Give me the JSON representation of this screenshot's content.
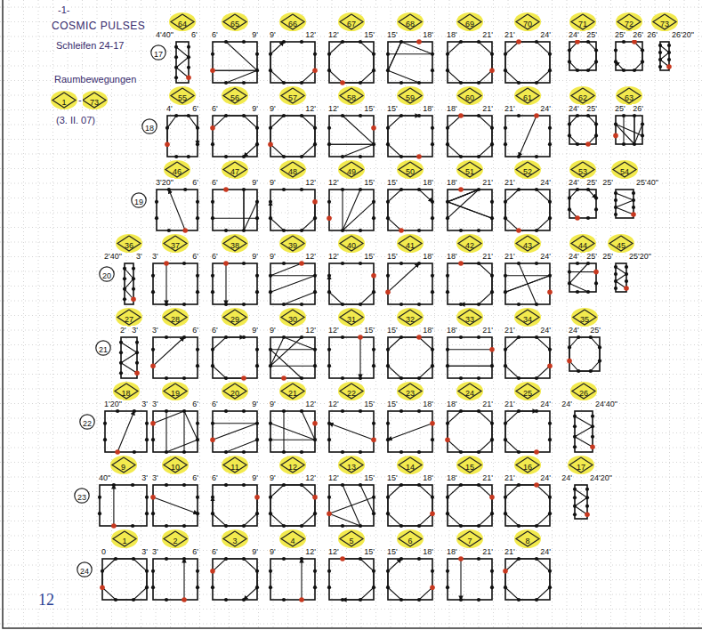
{
  "diagram": {
    "title": "COSMIC PULSES",
    "nodes": [
      {
        "text": [
          "1"
        ]
      },
      {
        "text": [
          "73"
        ]
      },
      {
        "text": [
          "17"
        ]
      },
      {
        "text": [
          "64"
        ]
      },
      {
        "text": [
          "65"
        ]
      },
      {
        "text": [
          "66"
        ]
      },
      {
        "text": [
          "67"
        ]
      },
      {
        "text": [
          "68"
        ]
      },
      {
        "text": [
          "69"
        ]
      },
      {
        "text": [
          "70"
        ]
      },
      {
        "text": [
          "71"
        ]
      },
      {
        "text": [
          "72"
        ]
      },
      {
        "text": [
          "73"
        ]
      },
      {
        "text": [
          "18"
        ]
      },
      {
        "text": [
          "55"
        ]
      },
      {
        "text": [
          "56"
        ]
      },
      {
        "text": [
          "57"
        ]
      },
      {
        "text": [
          "58"
        ]
      },
      {
        "text": [
          "59"
        ]
      },
      {
        "text": [
          "60"
        ]
      },
      {
        "text": [
          "61"
        ]
      },
      {
        "text": [
          "62"
        ]
      },
      {
        "text": [
          "63"
        ]
      },
      {
        "text": [
          "19"
        ]
      },
      {
        "text": [
          "46"
        ]
      },
      {
        "text": [
          "47"
        ]
      },
      {
        "text": [
          "48"
        ]
      },
      {
        "text": [
          "49"
        ]
      },
      {
        "text": [
          "50"
        ]
      },
      {
        "text": [
          "51"
        ]
      },
      {
        "text": [
          "52"
        ]
      },
      {
        "text": [
          "53"
        ]
      },
      {
        "text": [
          "54"
        ]
      },
      {
        "text": [
          "20"
        ]
      },
      {
        "text": [
          "36"
        ]
      },
      {
        "text": [
          "37"
        ]
      },
      {
        "text": [
          "38"
        ]
      },
      {
        "text": [
          "39"
        ]
      },
      {
        "text": [
          "40"
        ]
      },
      {
        "text": [
          "41"
        ]
      },
      {
        "text": [
          "42"
        ]
      },
      {
        "text": [
          "43"
        ]
      },
      {
        "text": [
          "44"
        ]
      },
      {
        "text": [
          "45"
        ]
      },
      {
        "text": [
          "21"
        ]
      },
      {
        "text": [
          "27"
        ]
      },
      {
        "text": [
          "28"
        ]
      },
      {
        "text": [
          "29"
        ]
      },
      {
        "text": [
          "30"
        ]
      },
      {
        "text": [
          "31"
        ]
      },
      {
        "text": [
          "32"
        ]
      },
      {
        "text": [
          "33"
        ]
      },
      {
        "text": [
          "34"
        ]
      },
      {
        "text": [
          "35"
        ]
      },
      {
        "text": [
          "22"
        ]
      },
      {
        "text": [
          "18"
        ]
      },
      {
        "text": [
          "19"
        ]
      },
      {
        "text": [
          "20"
        ]
      },
      {
        "text": [
          "21"
        ]
      },
      {
        "text": [
          "22"
        ]
      },
      {
        "text": [
          "23"
        ]
      },
      {
        "text": [
          "24"
        ]
      },
      {
        "text": [
          "25"
        ]
      },
      {
        "text": [
          "26"
        ]
      },
      {
        "text": [
          "23"
        ]
      },
      {
        "text": [
          "9"
        ]
      },
      {
        "text": [
          "10"
        ]
      },
      {
        "text": [
          "11"
        ]
      },
      {
        "text": [
          "12"
        ]
      },
      {
        "text": [
          "13"
        ]
      },
      {
        "text": [
          "14"
        ]
      },
      {
        "text": [
          "15"
        ]
      },
      {
        "text": [
          "16"
        ]
      },
      {
        "text": [
          "17"
        ]
      },
      {
        "text": [
          "24"
        ]
      },
      {
        "text": [
          "1"
        ]
      },
      {
        "text": [
          "2"
        ]
      },
      {
        "text": [
          "3"
        ]
      },
      {
        "text": [
          "4"
        ]
      },
      {
        "text": [
          "5"
        ]
      },
      {
        "text": [
          "6"
        ]
      },
      {
        "text": [
          "7"
        ]
      },
      {
        "text": [
          "8"
        ]
      }
    ],
    "labels": [
      "-1-",
      "Schleifen 24-17",
      "Raumbewegungen",
      "-",
      "(3. II. 07)",
      "4'40\"",
      "6'",
      "6'",
      "9'",
      "9'",
      "12'",
      "12'",
      "15'",
      "15'",
      "18'",
      "18'",
      "21'",
      "21'",
      "24'",
      "24'",
      "25'",
      "25'",
      "26'",
      "26'",
      "26'20\"",
      "4'",
      "6'",
      "6'",
      "9'",
      "9'",
      "12'",
      "12'",
      "15'",
      "15'",
      "18'",
      "18'",
      "21'",
      "21'",
      "24'",
      "24'",
      "25'",
      "25'",
      "26'",
      "3'20\"",
      "6'",
      "6'",
      "9'",
      "9'",
      "12'",
      "12'",
      "15'",
      "15'",
      "18'",
      "18'",
      "21'",
      "21'",
      "24'",
      "24'",
      "25'",
      "25'",
      "25'40\"",
      "2'40\"",
      "3'",
      "3'",
      "6'",
      "6'",
      "9'",
      "9'",
      "12'",
      "12'",
      "15'",
      "15'",
      "18'",
      "18'",
      "21'",
      "21'",
      "24'",
      "24'",
      "25'",
      "25'",
      "25'20\"",
      "2'",
      "3'",
      "3'",
      "6'",
      "6'",
      "9'",
      "9'",
      "12'",
      "12'",
      "15'",
      "15'",
      "18'",
      "18'",
      "21'",
      "21'",
      "24'",
      "24'",
      "25'",
      "1'20\"",
      "3'",
      "3'",
      "6'",
      "6'",
      "9'",
      "9'",
      "12'",
      "12'",
      "15'",
      "15'",
      "18'",
      "18'",
      "21'",
      "21'",
      "24'",
      "24'",
      "24'40\"",
      "40\"",
      "3'",
      "3'",
      "6'",
      "6'",
      "9'",
      "9'",
      "12'",
      "12'",
      "15'",
      "15'",
      "18'",
      "18'",
      "21'",
      "21'",
      "24'",
      "24'",
      "24'20\"",
      "0",
      "3'",
      "3'",
      "6'",
      "6'",
      "9'",
      "9'",
      "12'",
      "12'",
      "15'",
      "15'",
      "18'",
      "18'",
      "21'",
      "21'",
      "24'",
      "12"
    ]
  }
}
